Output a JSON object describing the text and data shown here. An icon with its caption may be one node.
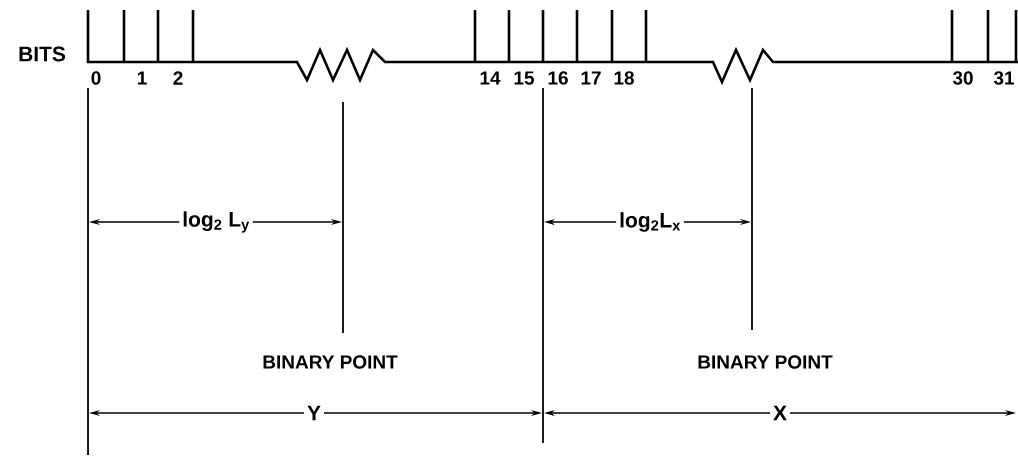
{
  "diagram": {
    "labels": [
      "BITS",
      "0",
      "1",
      "2",
      "14",
      "15",
      "16",
      "17",
      "18",
      "30",
      "31",
      "log$_{2}$ L$_{y}$",
      "log$_{2}$L$_{x}$",
      "BINARY POINT",
      "BINARY POINT",
      "Y",
      "X"
    ]
  }
}
